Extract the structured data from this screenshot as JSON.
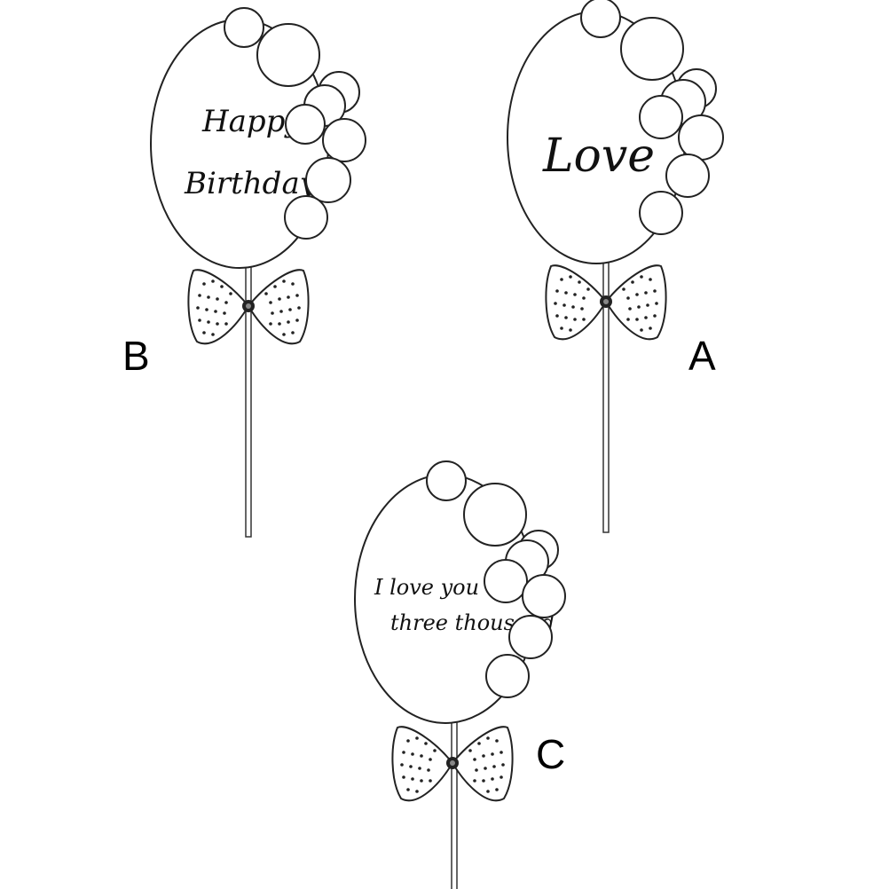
{
  "toppers": [
    {
      "label": "B",
      "text_lines": [
        "Happy",
        "Birthday"
      ]
    },
    {
      "label": "A",
      "text_lines": [
        "Love"
      ]
    },
    {
      "label": "C",
      "text_lines": [
        "I love you",
        "three thousand"
      ]
    }
  ],
  "colors": {
    "outline": "#222222",
    "background": "#ffffff"
  }
}
